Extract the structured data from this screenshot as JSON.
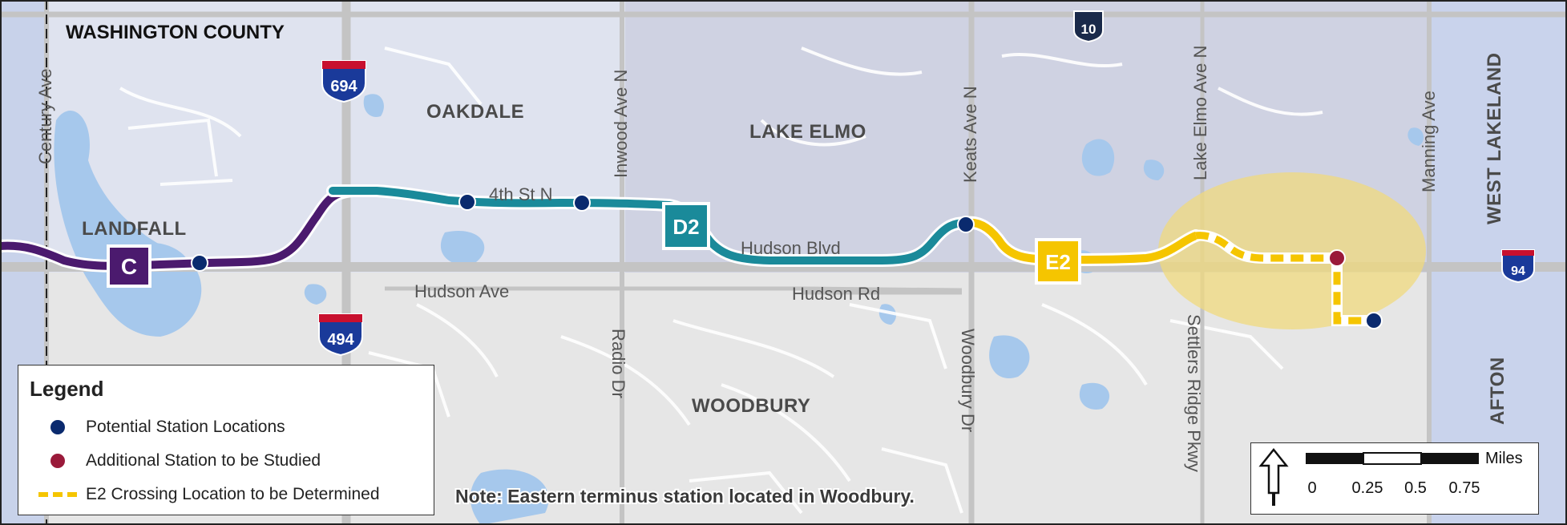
{
  "map": {
    "counties": [
      "WASHINGTON COUNTY"
    ],
    "municipalities": [
      "OAKDALE",
      "LAKE ELMO",
      "LANDFALL",
      "WOODBURY",
      "WEST LAKELAND",
      "AFTON"
    ],
    "streets": [
      "Century Ave",
      "Inwood Ave N",
      "Keats Ave N",
      "Lake Elmo Ave N",
      "Manning Ave",
      "4th St N",
      "Hudson Blvd",
      "Hudson Ave",
      "Hudson Rd",
      "Radio Dr",
      "Woodbury Dr",
      "Settlers Ridge Pkwy"
    ],
    "highway_shields": [
      "694",
      "494",
      "94",
      "10"
    ],
    "segments": [
      "C",
      "D2",
      "E2"
    ],
    "route_colors": {
      "C": "#4b1a6e",
      "D2": "#1a8a9a",
      "E2": "#f5c500"
    },
    "note": "Note: Eastern terminus station located in Woodbury."
  },
  "legend": {
    "title": "Legend",
    "items": [
      {
        "label": "Potential Station Locations",
        "color": "#0a2a6e"
      },
      {
        "label": "Additional Station to be Studied",
        "color": "#9a1a3a"
      },
      {
        "label": "E2 Crossing Location to be Determined",
        "color": "#f5c500"
      }
    ]
  },
  "scale": {
    "unit": "Miles",
    "ticks": [
      "0",
      "0.25",
      "0.5",
      "0.75"
    ]
  }
}
